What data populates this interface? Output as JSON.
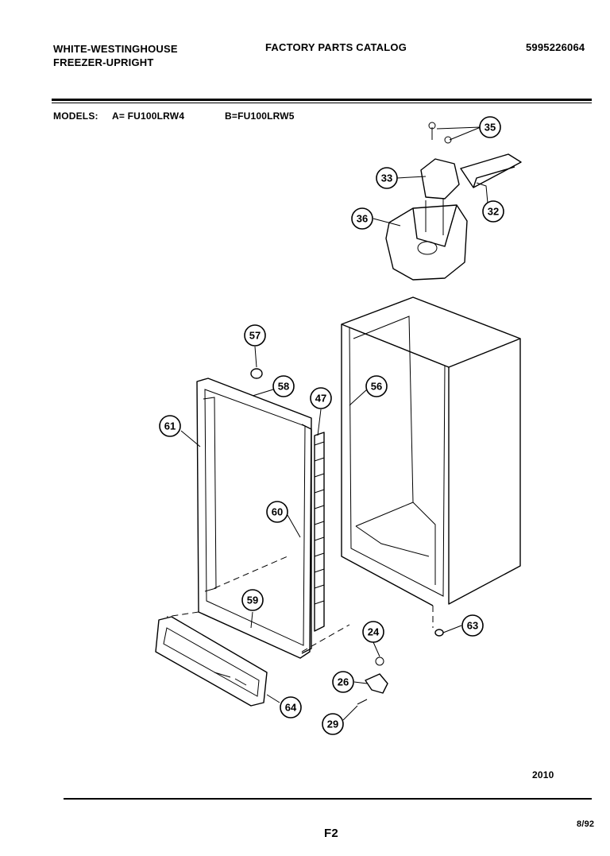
{
  "header": {
    "brand": "WHITE-WESTINGHOUSE",
    "product": "FREEZER-UPRIGHT",
    "title": "FACTORY PARTS CATALOG",
    "catalog_number": "5995226064"
  },
  "models": {
    "label": "MODELS:",
    "model_a": "A= FU100LRW4",
    "model_b": "B=FU100LRW5"
  },
  "callouts": [
    "35",
    "33",
    "32",
    "36",
    "57",
    "58",
    "47",
    "56",
    "61",
    "60",
    "59",
    "63",
    "24",
    "26",
    "29",
    "64"
  ],
  "footer": {
    "figure_code": "2010",
    "page": "F2",
    "date": "8/92"
  }
}
